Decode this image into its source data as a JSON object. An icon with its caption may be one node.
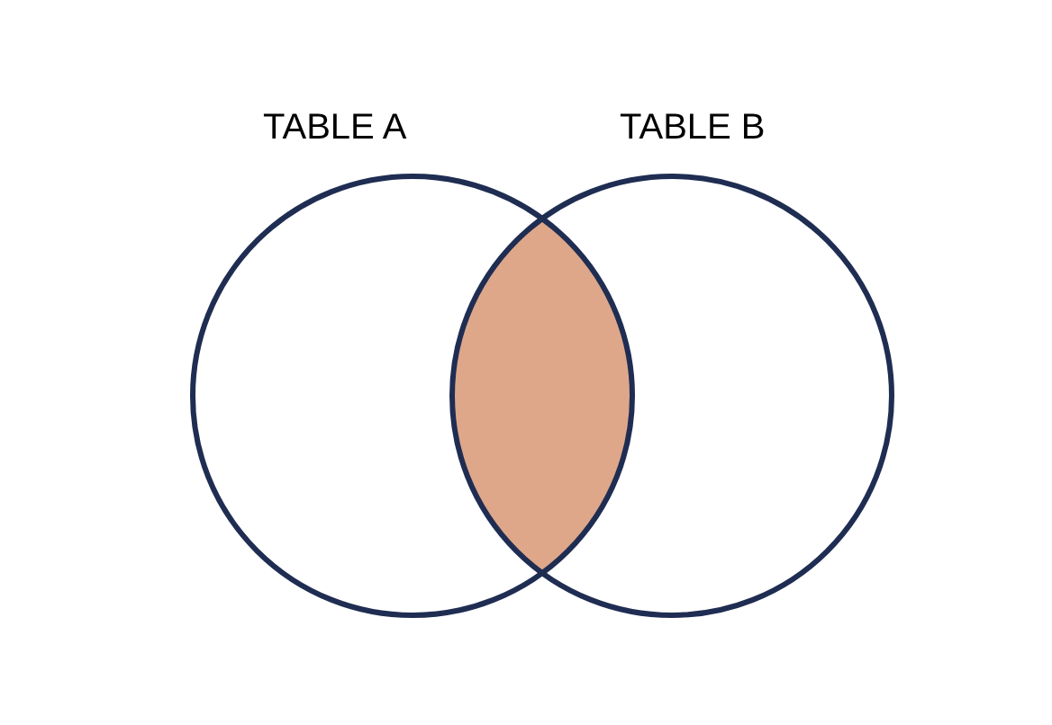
{
  "diagram": {
    "nodes": [
      {
        "text": [
          "TABLE A"
        ]
      },
      {
        "text": [
          "TABLE B"
        ]
      },
      {
        "text": [],
        "shape": "lens"
      }
    ]
  }
}
